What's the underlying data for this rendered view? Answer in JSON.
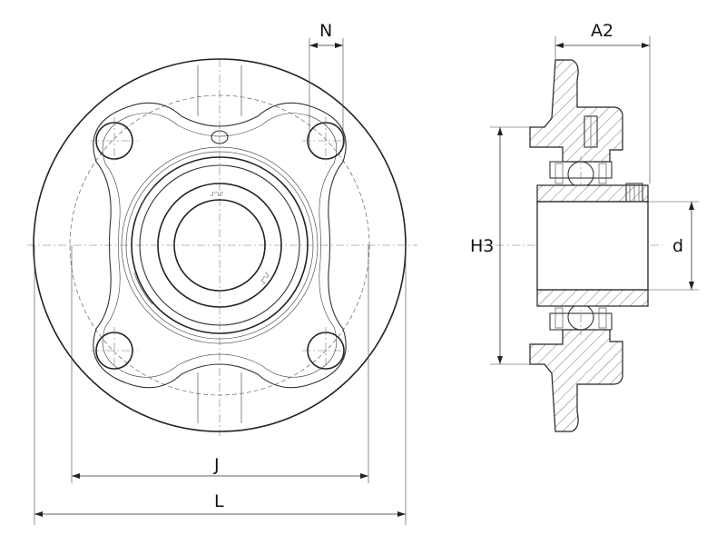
{
  "dimensions": {
    "n": "N",
    "a2": "A2",
    "h3": "H3",
    "d": "d",
    "j": "J",
    "l": "L"
  }
}
